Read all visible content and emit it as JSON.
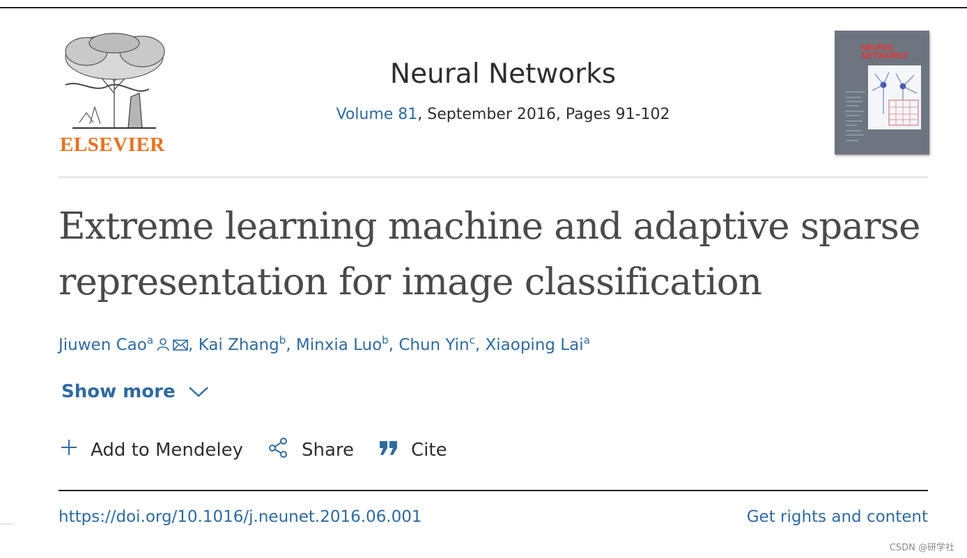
{
  "header": {
    "publisher_name": "ELSEVIER",
    "journal_title": "Neural Networks",
    "volume_link": "Volume 81",
    "issue_details": ", September 2016, Pages 91-102",
    "cover_title": "NEURAL NETWORKS"
  },
  "article": {
    "title": "Extreme learning machine and adaptive sparse representation for image classification",
    "authors": [
      {
        "name": "Jiuwen Cao",
        "affiliation": "a",
        "separator": ""
      },
      {
        "name": "Kai Zhang",
        "affiliation": "b",
        "separator": ", "
      },
      {
        "name": "Minxia Luo",
        "affiliation": "b",
        "separator": ", "
      },
      {
        "name": "Chun Yin",
        "affiliation": "c",
        "separator": ", "
      },
      {
        "name": "Xiaoping Lai",
        "affiliation": "a",
        "separator": ", "
      }
    ],
    "author_icons": [
      "person-icon",
      "mail-icon"
    ],
    "show_more_label": "Show more"
  },
  "actions": {
    "mendeley_label": "Add to Mendeley",
    "share_label": "Share",
    "cite_label": "Cite"
  },
  "footer": {
    "doi": "https://doi.org/10.1016/j.neunet.2016.06.001",
    "rights_link": "Get rights and content",
    "watermark": "CSDN @研学社"
  },
  "colors": {
    "link": "#2f6a9f",
    "publisher_orange": "#e9711c",
    "text": "#2e2e2e",
    "title": "#4a4a4a",
    "cover_red": "#e23838"
  }
}
